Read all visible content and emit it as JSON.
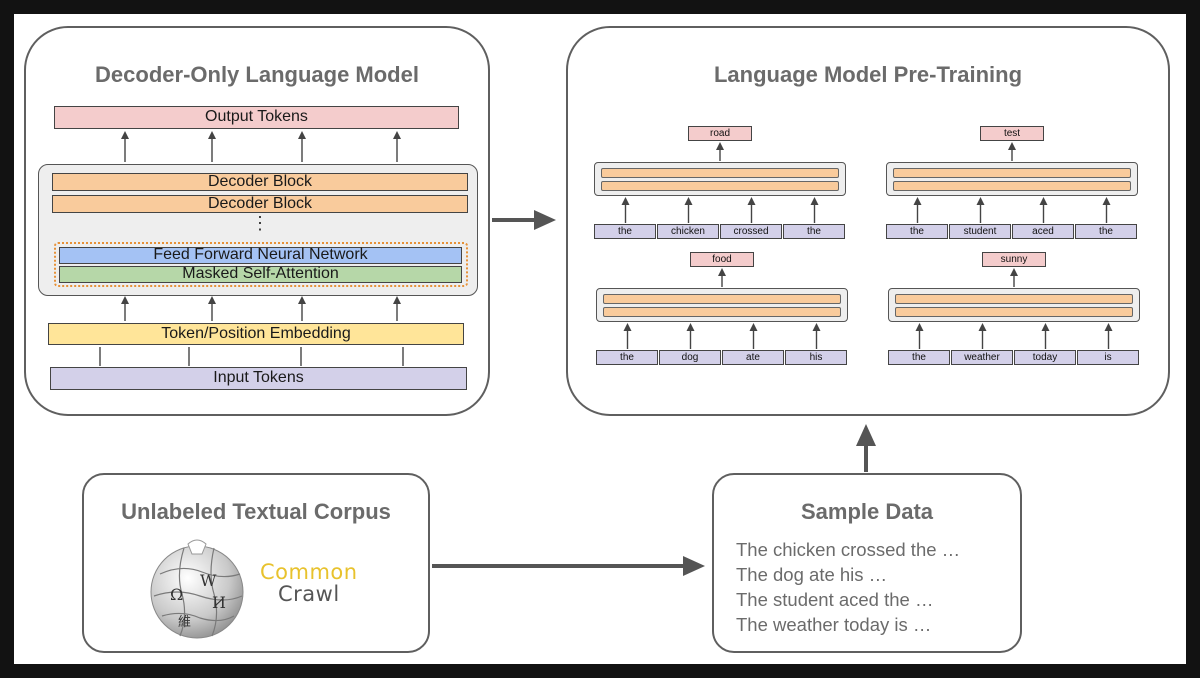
{
  "decoder_panel": {
    "title": "Decoder-Only Language Model",
    "output_tokens": "Output Tokens",
    "decoder_block_1": "Decoder Block",
    "decoder_block_2": "Decoder Block",
    "ellipsis": ":",
    "feed_forward": "Feed Forward Neural Network",
    "masked_attention": "Masked Self-Attention",
    "embedding": "Token/Position Embedding",
    "input_tokens": "Input Tokens"
  },
  "pretraining_panel": {
    "title": "Language Model Pre-Training",
    "examples": [
      {
        "output": "road",
        "tokens": [
          "the",
          "chicken",
          "crossed",
          "the"
        ]
      },
      {
        "output": "test",
        "tokens": [
          "the",
          "student",
          "aced",
          "the"
        ]
      },
      {
        "output": "food",
        "tokens": [
          "the",
          "dog",
          "ate",
          "his"
        ]
      },
      {
        "output": "sunny",
        "tokens": [
          "the",
          "weather",
          "today",
          "is"
        ]
      }
    ]
  },
  "corpus_panel": {
    "title": "Unlabeled Textual Corpus",
    "wiki_glyphs": [
      "Ω",
      "W",
      "И",
      "維"
    ],
    "common_crawl_top": "Common",
    "common_crawl_bottom": "Crawl"
  },
  "sample_panel": {
    "title": "Sample Data",
    "lines": [
      "The chicken crossed the …",
      "The dog ate his …",
      "The student aced the …",
      "The weather today is …"
    ]
  },
  "colors": {
    "output": "#f4cccc",
    "decoder": "#f9cb9c",
    "feed_forward": "#a4c2f4",
    "attention": "#b6d7a8",
    "embedding": "#ffe599",
    "input": "#d3d0e9",
    "attention_group_border": "#e69138",
    "cc_common": "#e8c22d",
    "cc_crawl": "#555555"
  }
}
